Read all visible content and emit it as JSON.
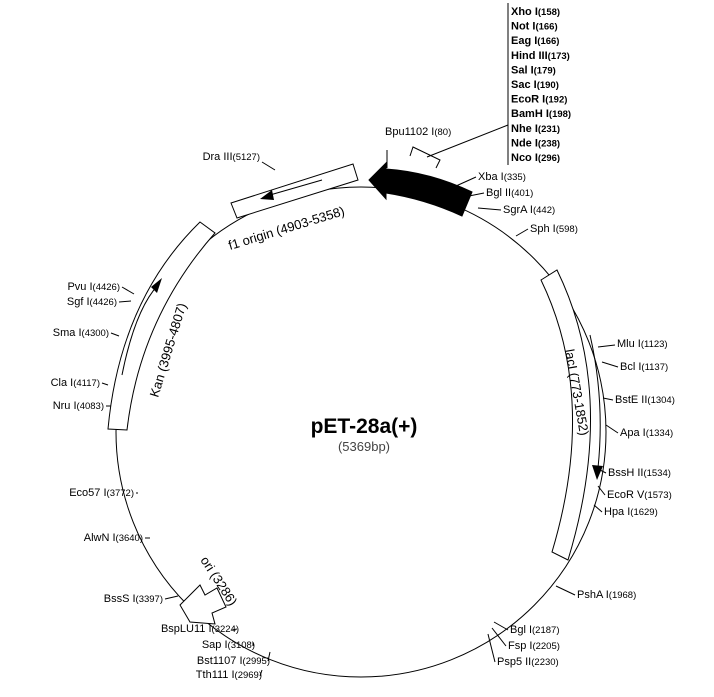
{
  "plasmid": {
    "name": "pET-28a(+)",
    "size": "(5369bp)"
  },
  "colors": {
    "line": "#000000",
    "fill": "#ffffff",
    "marker": "#000000"
  },
  "features": [
    {
      "id": "f1",
      "label": "f1 origin (4903-5358)"
    },
    {
      "id": "kan",
      "label": "Kan (3995-4807)"
    },
    {
      "id": "laci",
      "label": "lacI (773-1852)"
    },
    {
      "id": "ori",
      "label": "ori (3286)"
    }
  ],
  "mcs_sites": [
    {
      "name": "Xho I",
      "pos": "(158)"
    },
    {
      "name": "Not I",
      "pos": "(166)"
    },
    {
      "name": "Eag I",
      "pos": "(166)"
    },
    {
      "name": "Hind III",
      "pos": "(173)"
    },
    {
      "name": "Sal I",
      "pos": "(179)"
    },
    {
      "name": "Sac I",
      "pos": "(190)"
    },
    {
      "name": "EcoR I",
      "pos": "(192)"
    },
    {
      "name": "BamH I",
      "pos": "(198)"
    },
    {
      "name": "Nhe I",
      "pos": "(231)"
    },
    {
      "name": "Nde I",
      "pos": "(238)"
    },
    {
      "name": "Nco I",
      "pos": "(296)"
    }
  ],
  "sites": [
    {
      "name": "Bpu1102 I",
      "pos": "(80)"
    },
    {
      "name": "Xba I",
      "pos": "(335)"
    },
    {
      "name": "Bgl II",
      "pos": "(401)"
    },
    {
      "name": "SgrA I",
      "pos": "(442)"
    },
    {
      "name": "Sph I",
      "pos": "(598)"
    },
    {
      "name": "Mlu I",
      "pos": "(1123)"
    },
    {
      "name": "Bcl I",
      "pos": "(1137)"
    },
    {
      "name": "BstE II",
      "pos": "(1304)"
    },
    {
      "name": "Apa I",
      "pos": "(1334)"
    },
    {
      "name": "BssH II",
      "pos": "(1534)"
    },
    {
      "name": "EcoR V",
      "pos": "(1573)"
    },
    {
      "name": "Hpa I",
      "pos": "(1629)"
    },
    {
      "name": "PshA I",
      "pos": "(1968)"
    },
    {
      "name": "Bgl I",
      "pos": "(2187)"
    },
    {
      "name": "Fsp I",
      "pos": "(2205)"
    },
    {
      "name": "Psp5 II",
      "pos": "(2230)"
    },
    {
      "name": "Tth111 I",
      "pos": "(2969)"
    },
    {
      "name": "Bst1107 I",
      "pos": "(2995)"
    },
    {
      "name": "Sap I",
      "pos": "(3108)"
    },
    {
      "name": "BspLU11 I",
      "pos": "(3224)"
    },
    {
      "name": "BssS I",
      "pos": "(3397)"
    },
    {
      "name": "AlwN I",
      "pos": "(3640)"
    },
    {
      "name": "Eco57 I",
      "pos": "(3772)"
    },
    {
      "name": "Nru I",
      "pos": "(4083)"
    },
    {
      "name": "Cla I",
      "pos": "(4117)"
    },
    {
      "name": "Sma I",
      "pos": "(4300)"
    },
    {
      "name": "Sgf I",
      "pos": "(4426)"
    },
    {
      "name": "Pvu I",
      "pos": "(4426)"
    },
    {
      "name": "Dra III",
      "pos": "(5127)"
    }
  ]
}
